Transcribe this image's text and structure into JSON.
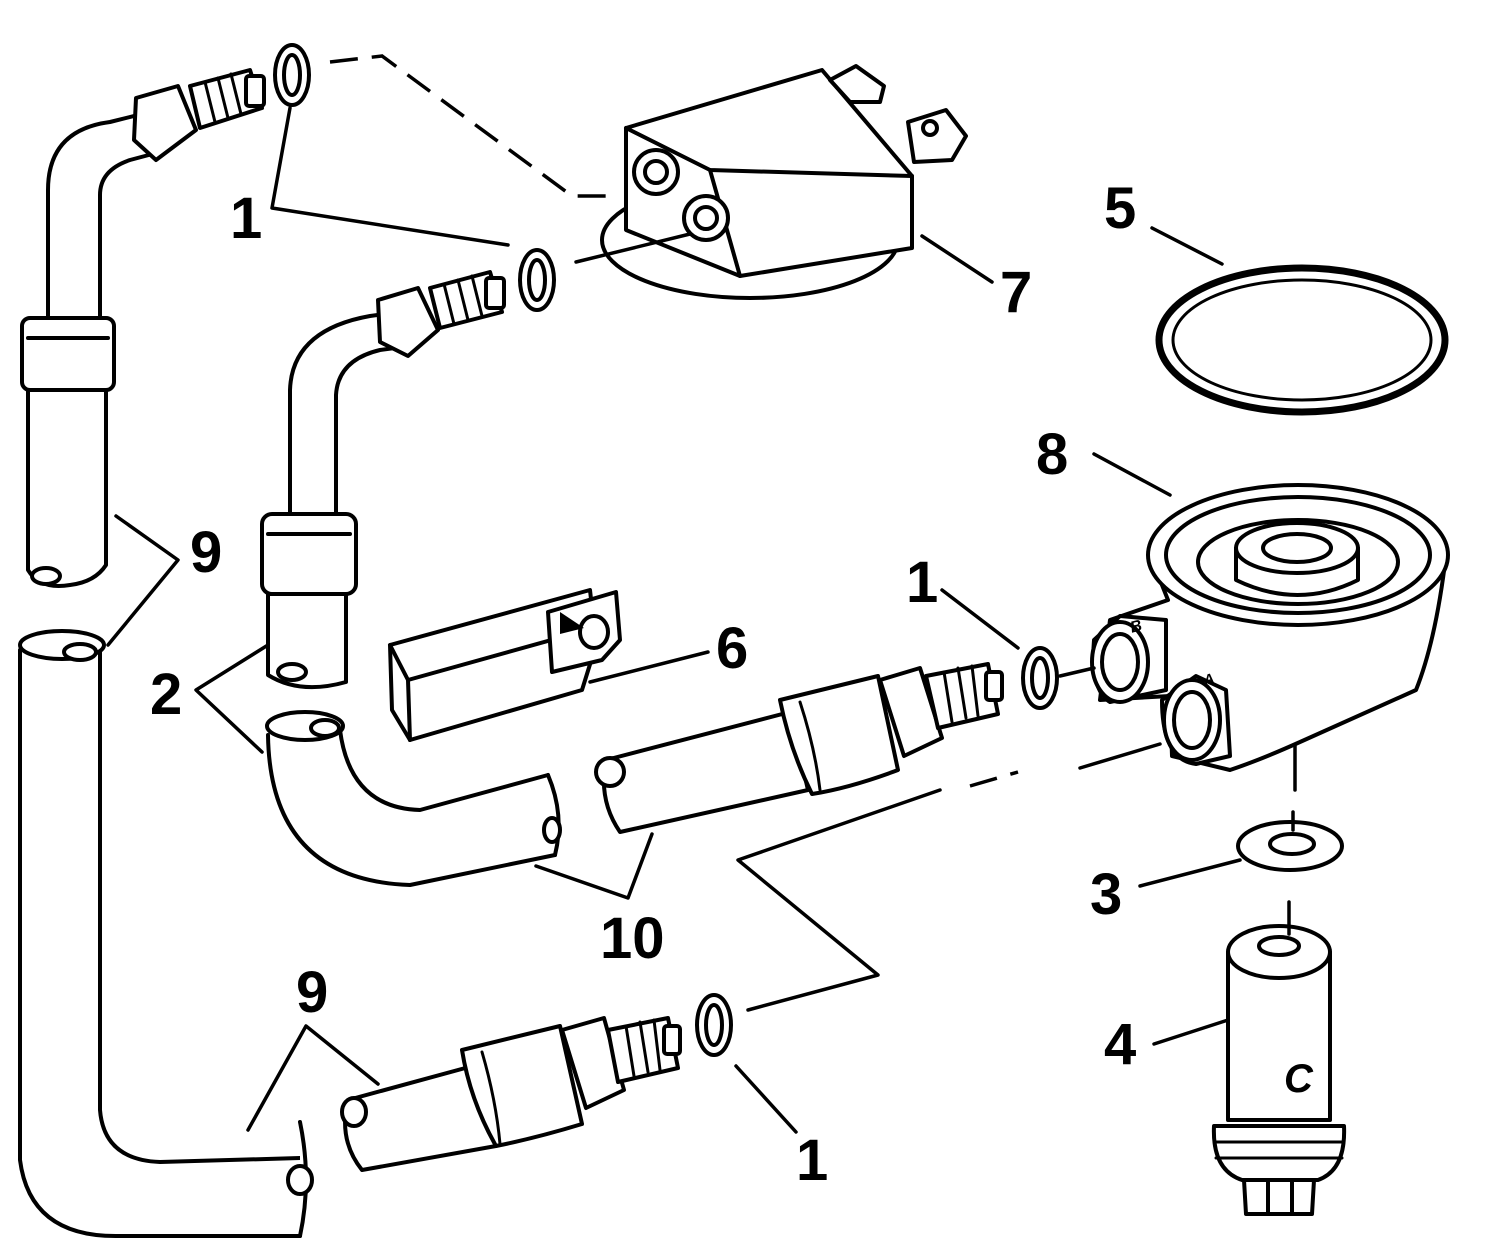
{
  "callouts": {
    "c1_top": "1",
    "c1_mid": "1",
    "c1_bot": "1",
    "c2": "2",
    "c3": "3",
    "c4": "4",
    "c5": "5",
    "c6": "6",
    "c7": "7",
    "c8": "8",
    "c9_mid": "9",
    "c9_bot": "9",
    "c10": "10"
  },
  "markings": {
    "port_b": "B",
    "port_a": "A",
    "filter_c": "C"
  }
}
